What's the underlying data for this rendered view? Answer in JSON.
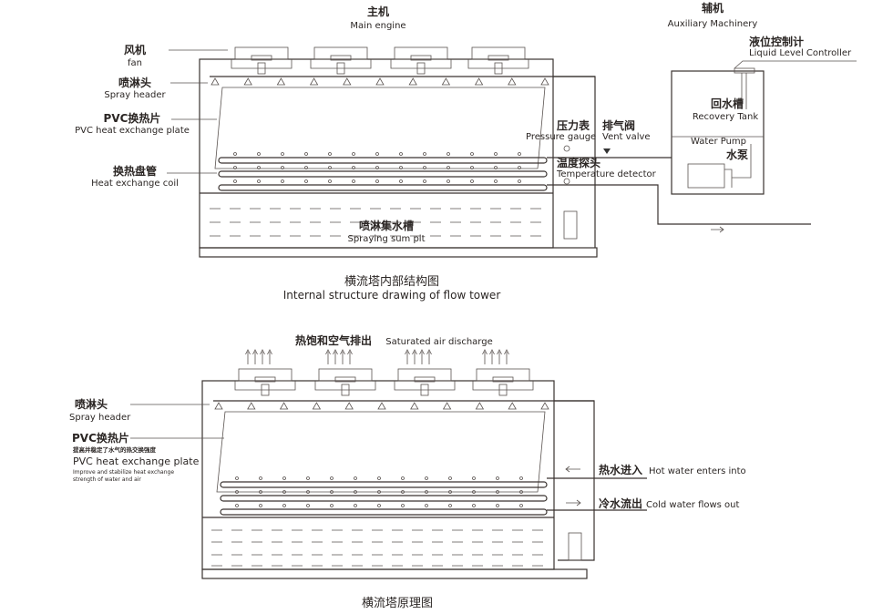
{
  "top": {
    "main_engine_cn": "主机",
    "main_engine_en": "Main engine",
    "aux_cn": "辅机",
    "aux_en": "Auxiliary Machinery",
    "fan_cn": "风机",
    "fan_en": "fan",
    "spray_cn": "喷淋头",
    "spray_en": "Spray header",
    "pvc_cn": "PVC换热片",
    "pvc_en": "PVC heat exchange plate",
    "coil_cn": "换热盘管",
    "coil_en": "Heat exchange coil",
    "sump_cn": "喷淋集水槽",
    "sump_en": "Spraying sum pit",
    "pressure_cn": "压力表",
    "pressure_en": "Pressure gauge",
    "vent_cn": "排气阀",
    "vent_en": "Vent valve",
    "temp_cn": "温度探头",
    "temp_en": "Temperature detector",
    "level_cn": "液位控制计",
    "level_en": "Liquid Level Controller",
    "tank_cn": "回水槽",
    "tank_en": "Recovery Tank",
    "pump_en": "Water Pump",
    "pump_cn": "水泵",
    "caption_cn": "横流塔内部结构图",
    "caption_en": "Internal structure drawing of flow tower"
  },
  "bottom": {
    "air_cn": "热饱和空气排出",
    "air_en": "Saturated air discharge",
    "spray_cn": "喷淋头",
    "spray_en": "Spray header",
    "pvc_cn": "PVC换热片",
    "pvc_note_cn": "提高并稳定了水气的热交换强度",
    "pvc_en": "PVC heat exchange plate",
    "pvc_note_en_1": "Improve and stabilize heat exchange",
    "pvc_note_en_2": "strength of water and air",
    "hot_cn": "热水进入",
    "hot_en": "Hot water enters into",
    "cold_cn": "冷水流出",
    "cold_en": "Cold water flows out",
    "caption_cn": "横流塔原理图"
  },
  "colors": {
    "line": "#3a3330",
    "text": "#2b2624"
  }
}
